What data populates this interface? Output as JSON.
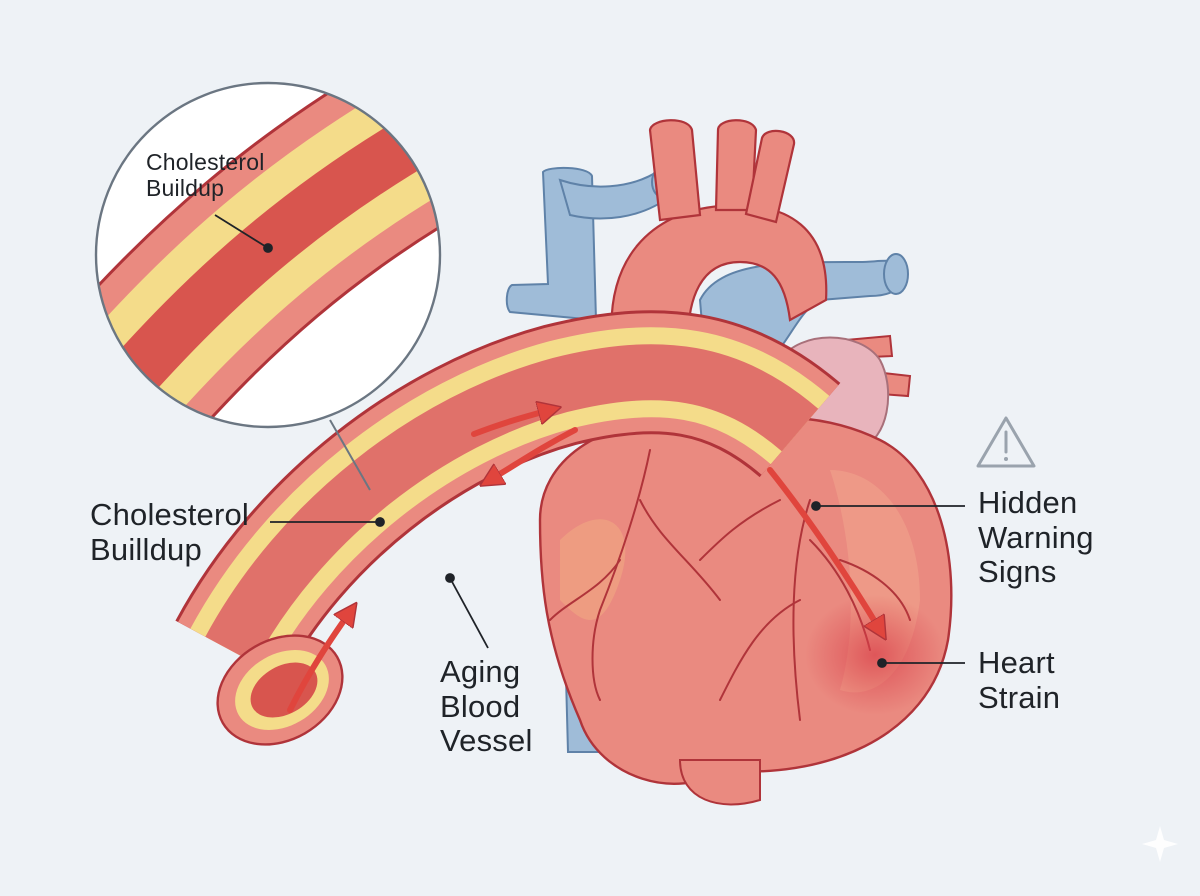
{
  "labels": {
    "inset_buildup": "Cholesterol\nBuildup",
    "main_buildup": "Cholesterol\nBuilldup",
    "aging_vessel": "Aging\nBlood\nVessel",
    "warning_signs": "Hidden\nWarning\nSigns",
    "heart_strain": "Heart\nStrain"
  },
  "icons": {
    "warning": "warning-triangle-icon",
    "sparkle": "sparkle-icon"
  },
  "colors": {
    "background": "#eef2f6",
    "heart": "#ea8a80",
    "heart_outline": "#b0343a",
    "vein": "#9fbcd8",
    "plaque": "#f4dc8a",
    "arrow": "#e0453d",
    "strain": "#d9404a",
    "atrium": "#e8b4bc"
  }
}
